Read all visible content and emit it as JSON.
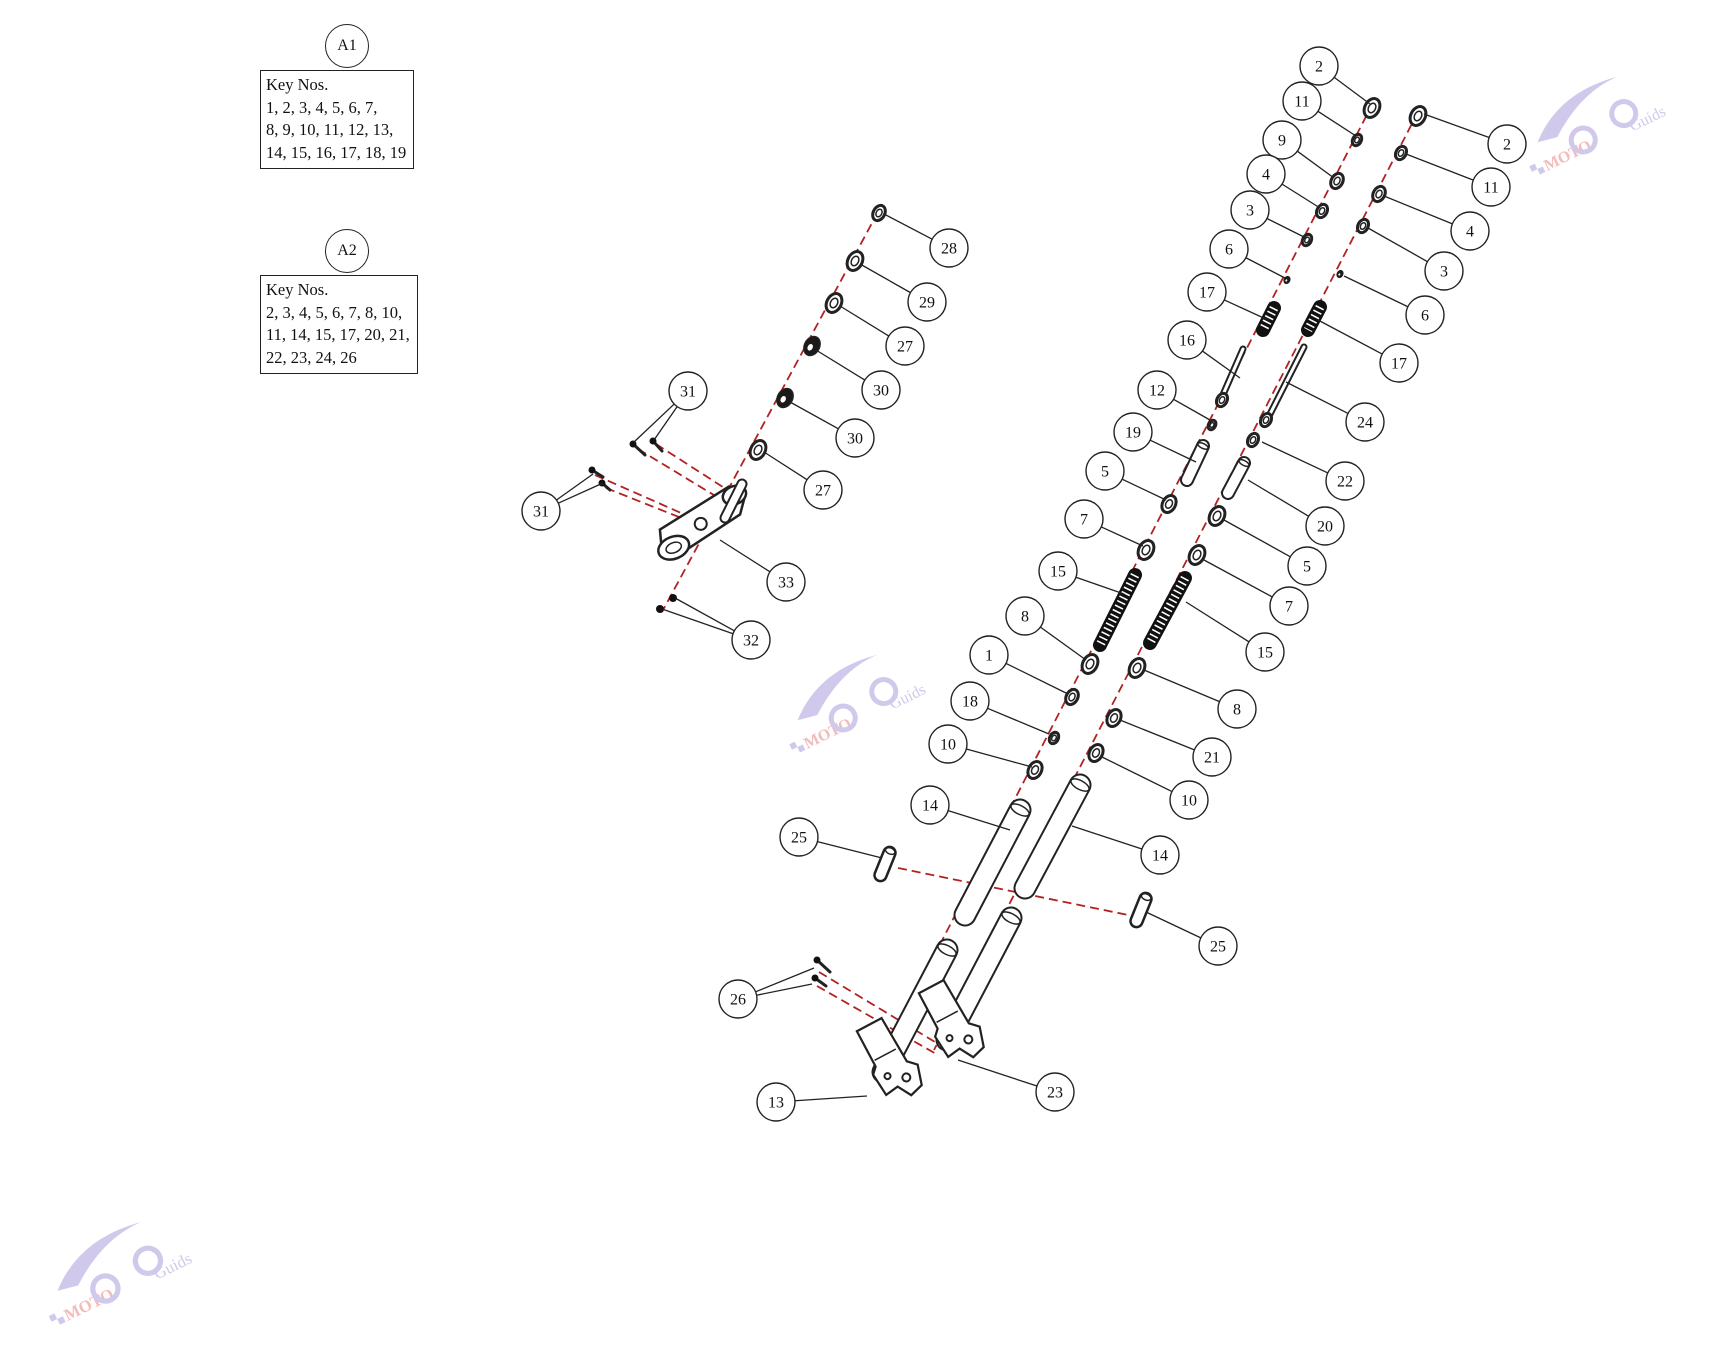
{
  "assemblies": [
    {
      "label": "A1",
      "heading": "Key Nos.",
      "lines": [
        "1, 2, 3, 4, 5, 6, 7,",
        "8, 9, 10, 11, 12, 13,",
        "14, 15, 16, 17, 18, 19"
      ]
    },
    {
      "label": "A2",
      "heading": "Key Nos.",
      "lines": [
        "2, 3, 4, 5, 6, 7, 8, 10,",
        "11, 14, 15, 17, 20, 21,",
        "22, 23, 24, 26"
      ]
    }
  ],
  "callouts": {
    "leftLeg": [
      "2",
      "11",
      "9",
      "4",
      "3",
      "6",
      "17",
      "16",
      "12",
      "19",
      "5",
      "7",
      "15",
      "8",
      "1",
      "18",
      "10",
      "14",
      "25",
      "26",
      "13"
    ],
    "rightLeg": [
      "2",
      "11",
      "4",
      "3",
      "6",
      "17",
      "24",
      "22",
      "20",
      "5",
      "7",
      "15",
      "8",
      "21",
      "10",
      "14",
      "25",
      "23"
    ],
    "triple": [
      "28",
      "29",
      "27",
      "30",
      "30",
      "27",
      "31",
      "31",
      "33",
      "32"
    ]
  },
  "watermark": {
    "brand": "MOTO",
    "sub": "Guids"
  },
  "colors": {
    "line": "#222222",
    "centerline": "#b22222",
    "watermark": "#c8c0e8",
    "watermarkRed": "#f2b0b0"
  }
}
